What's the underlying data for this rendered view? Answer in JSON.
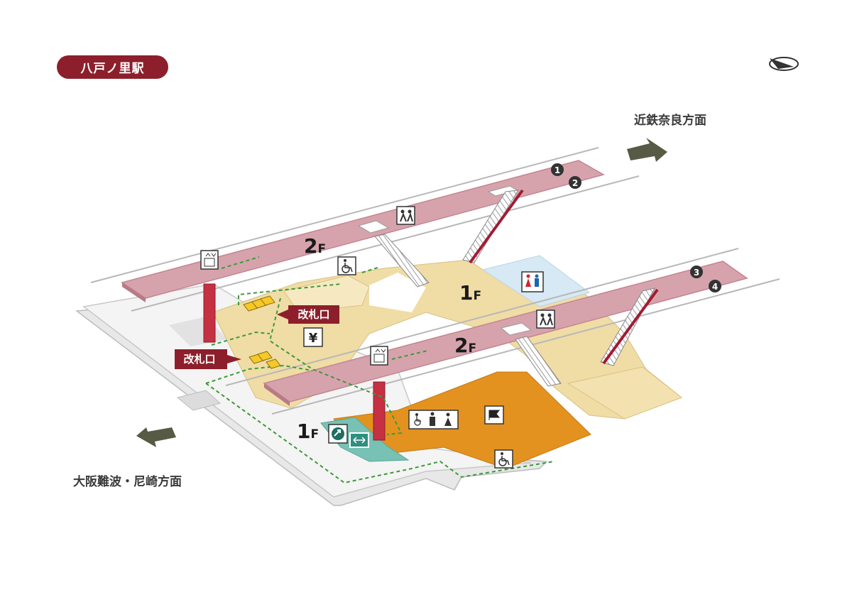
{
  "station": {
    "name": "八戸ノ里駅"
  },
  "directions": {
    "nara": "近鉄奈良方面",
    "osaka": "大阪難波・尼崎方面"
  },
  "floors": {
    "upper": "2",
    "ground": "1",
    "suffix": "F"
  },
  "gates": {
    "label": "改札口"
  },
  "exits": [
    "1",
    "2",
    "3",
    "4"
  ],
  "icons": {
    "yen": "¥",
    "elevator": "elevator-icon",
    "wheelchair": "wheelchair-icon",
    "restroom": "restroom-icon",
    "priority_seat": "priority-seat-icon",
    "shop": "shop-flag-icon",
    "transfer": "transfer-icon",
    "ticket": "ticket-icon",
    "compass": "compass-icon"
  },
  "colors": {
    "platform": "#d6a3ac",
    "platform_edge": "#c48591",
    "concourse": "#f0dca5",
    "commercial": "#e3921f",
    "restroom_area": "#d6e9f4",
    "teal_area": "#77c2b4",
    "badge": "#8c1f2b",
    "route": "#3c9a3c",
    "arrow": "#575a44"
  }
}
